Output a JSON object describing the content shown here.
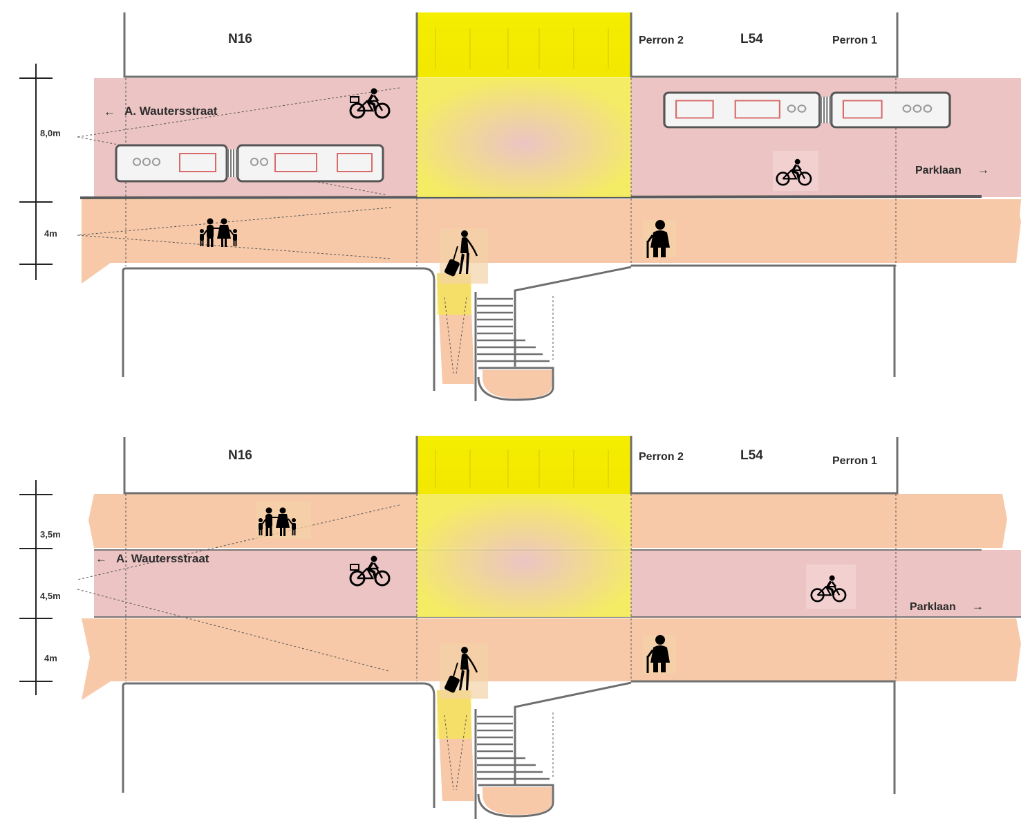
{
  "colors": {
    "road": "#ecc4c4",
    "sidewalk": "#f7c9a8",
    "tunnel_yellow": "#f2f000",
    "wall": "#6f6f6f"
  },
  "panels": [
    {
      "labels": {
        "n16": "N16",
        "perron2": "Perron 2",
        "l54": "L54",
        "perron1": "Perron 1",
        "street_left": "A. Wautersstraat",
        "street_right": "Parklaan"
      },
      "dimensions": [
        "8,0m",
        "4m"
      ],
      "icons": [
        "bus-icon",
        "bicycle-icon",
        "family-icon",
        "traveller-icon",
        "elderly-icon",
        "stairs-icon"
      ]
    },
    {
      "labels": {
        "n16": "N16",
        "perron2": "Perron 2",
        "l54": "L54",
        "perron1": "Perron 1",
        "street_left": "A. Wautersstraat",
        "street_right": "Parklaan"
      },
      "dimensions": [
        "3,5m",
        "4,5m",
        "4m"
      ],
      "icons": [
        "bicycle-icon",
        "family-icon",
        "traveller-icon",
        "elderly-icon",
        "stairs-icon"
      ]
    }
  ]
}
